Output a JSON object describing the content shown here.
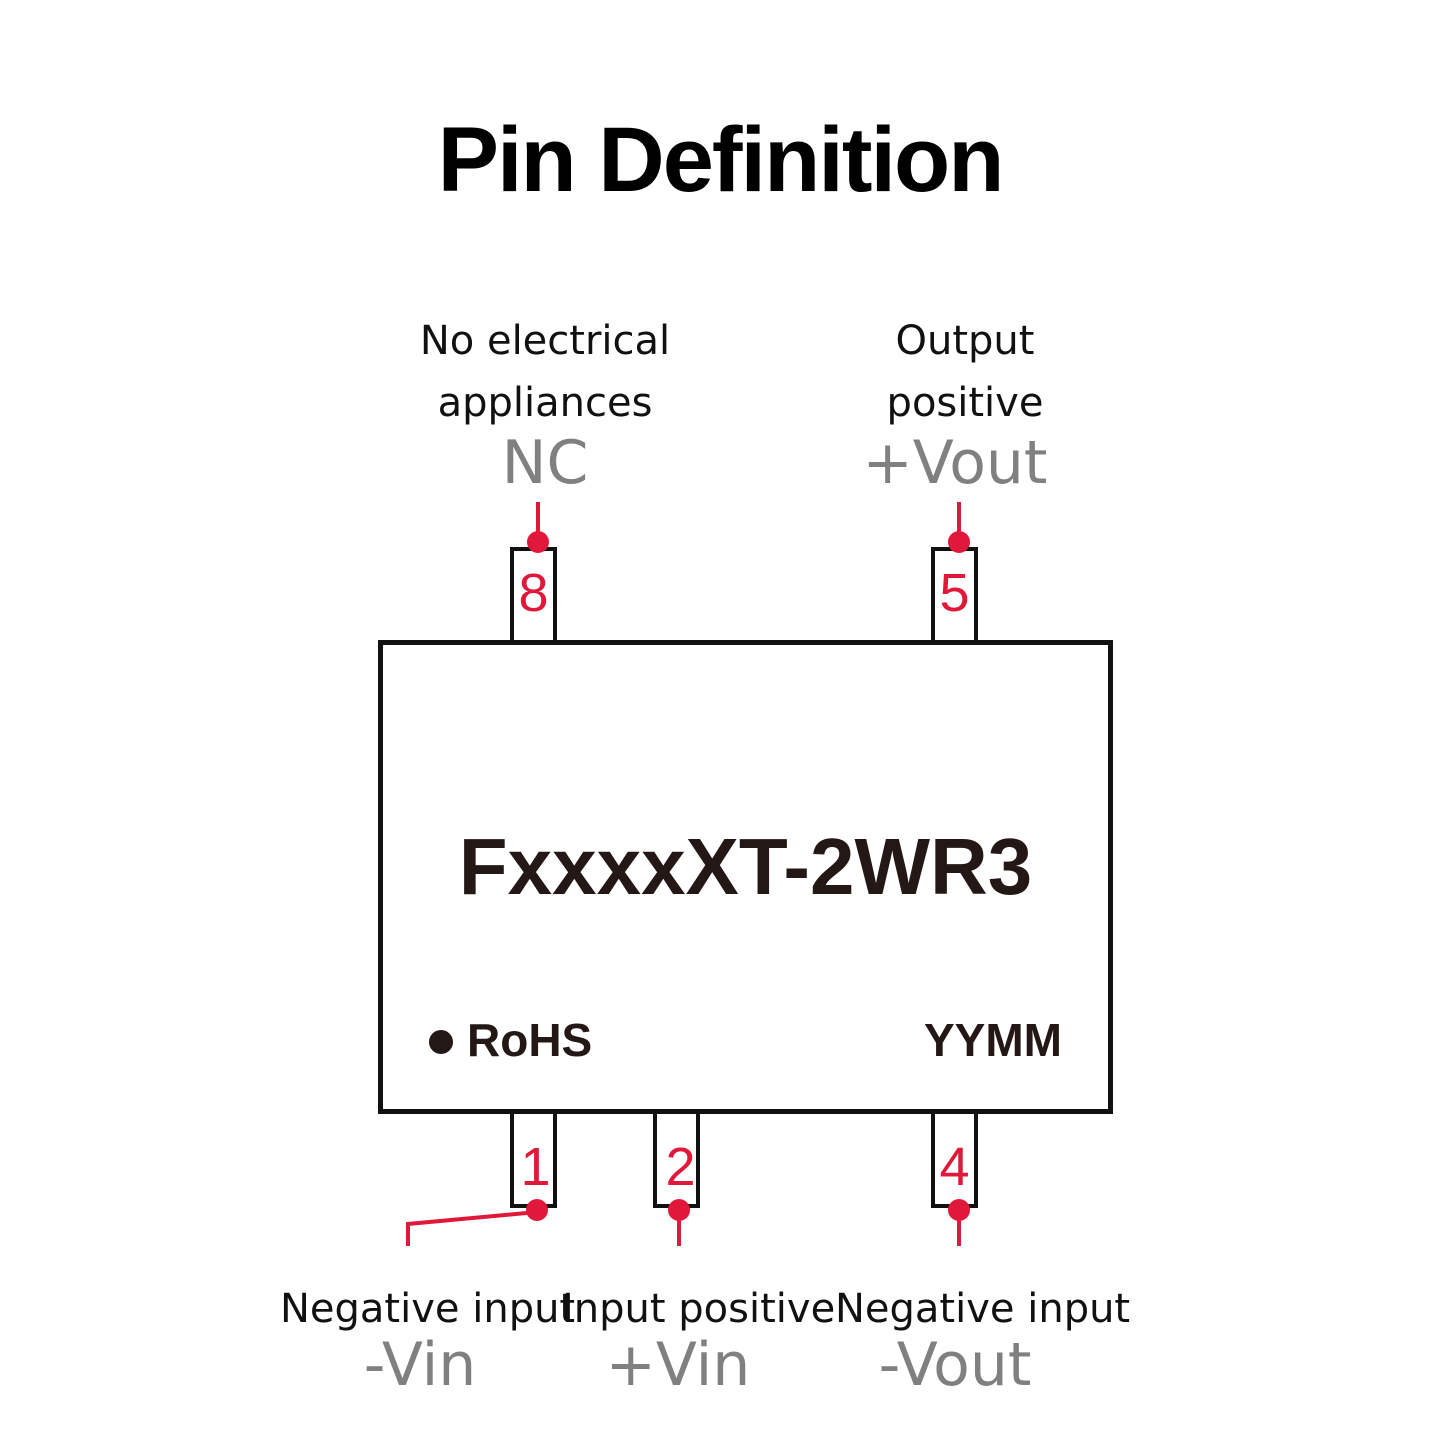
{
  "title": "Pin Definition",
  "part_number": "FxxxxXT-2WR3",
  "marking_left": "RoHS",
  "marking_right": "YYMM",
  "colors": {
    "accent": "#e0193a",
    "outline": "#111111",
    "symbol_text": "#808080"
  },
  "pins": {
    "pin8": {
      "number": "8",
      "description": "No electrical\nappliances",
      "symbol": "NC"
    },
    "pin5": {
      "number": "5",
      "description": "Output\npositive",
      "symbol": "+Vout"
    },
    "pin1": {
      "number": "1",
      "description": "Negative input",
      "symbol": "-Vin"
    },
    "pin2": {
      "number": "2",
      "description": "Input positive",
      "symbol": "+Vin"
    },
    "pin4": {
      "number": "4",
      "description": "Negative input",
      "symbol": "-Vout"
    }
  }
}
